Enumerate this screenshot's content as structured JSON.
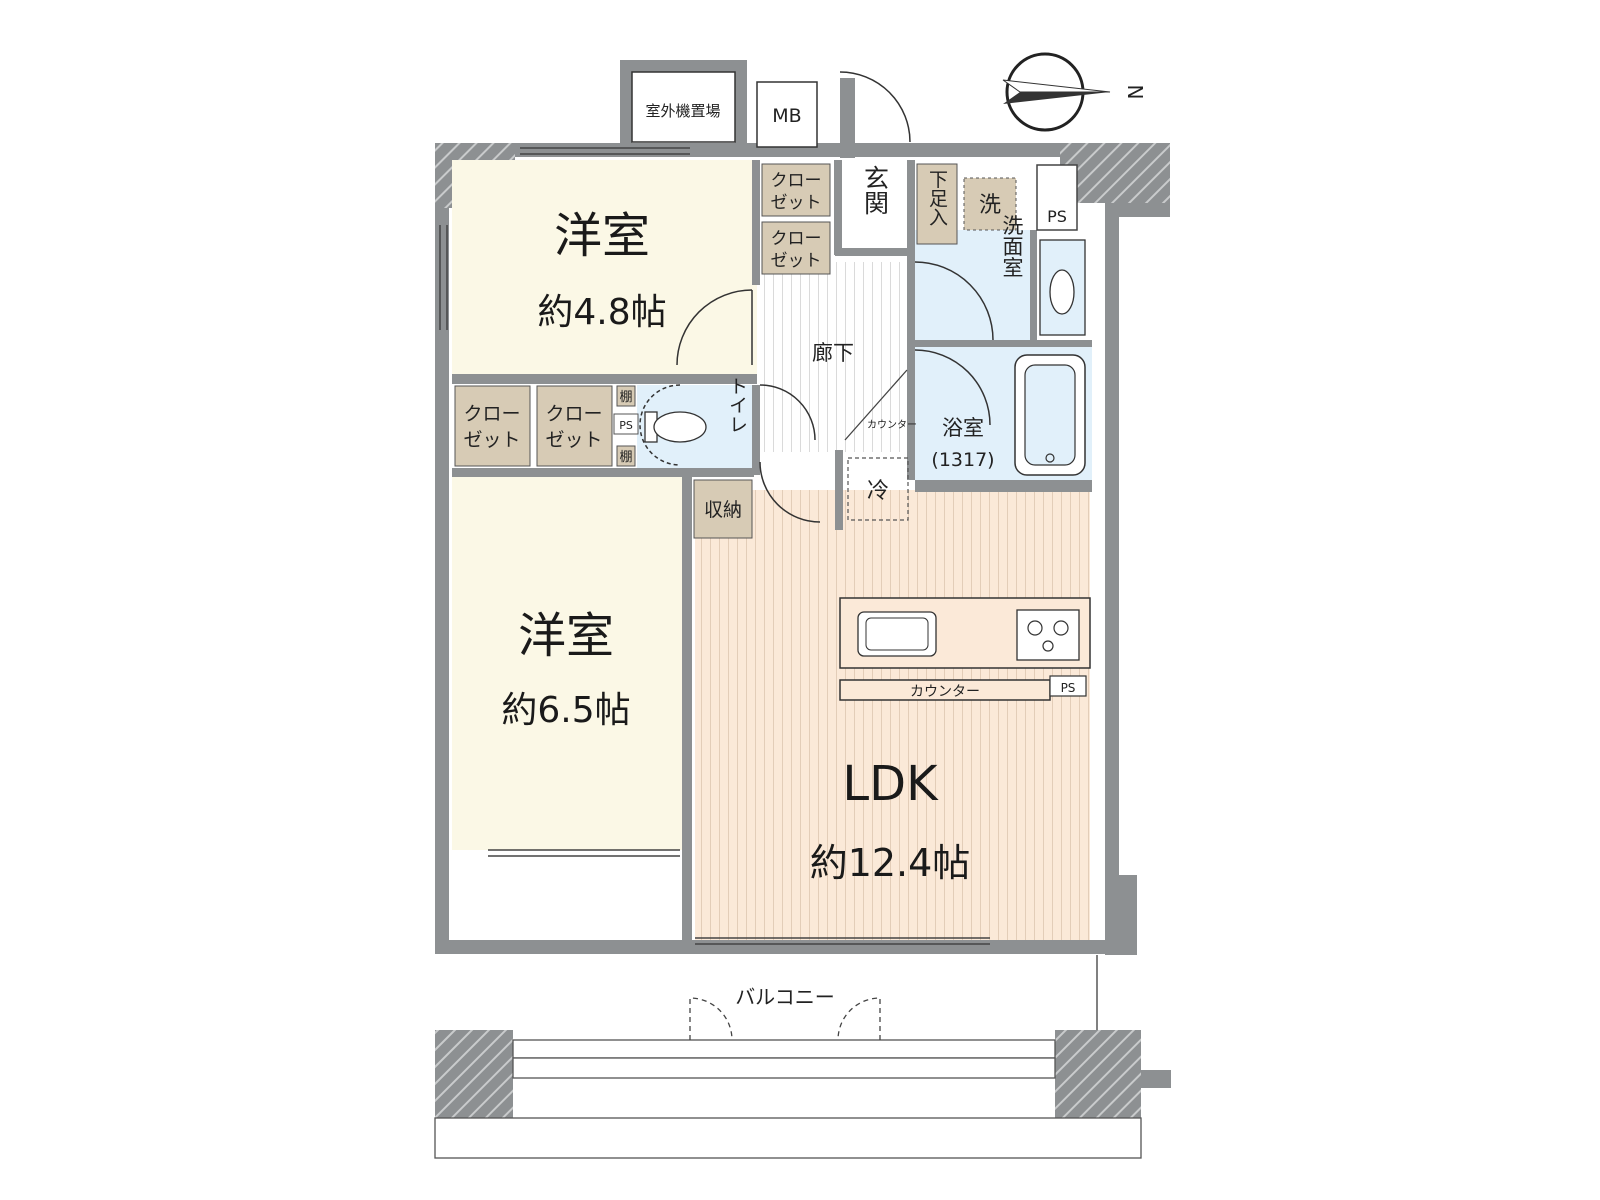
{
  "floor_plan": {
    "rooms": {
      "western_room_north": {
        "name": "洋室",
        "size": "約4.8帖"
      },
      "western_room_south": {
        "name": "洋室",
        "size": "約6.5帖"
      },
      "ldk": {
        "name": "LDK",
        "size": "約12.4帖"
      }
    },
    "labels": {
      "outdoor_unit_area": "室外機置場",
      "meter_box": "MB",
      "entrance": "玄関",
      "shoe_closet": "下足入",
      "washer": "洗",
      "pipe_space": "PS",
      "washroom": "洗面室",
      "hallway": "廊下",
      "counter_small": "カウンター",
      "bathroom": "浴室",
      "bathroom_size": "(1317)",
      "fridge": "冷",
      "toilet": "トイレ",
      "shelf": "棚",
      "storage": "収納",
      "kitchen_counter": "カウンター",
      "balcony": "バルコニー",
      "closet": "クローゼット",
      "closet_line1": "クロー",
      "closet_line2": "ゼット"
    },
    "compass": {
      "direction": "N",
      "icon": "north-arrow-icon"
    },
    "colors": {
      "wall": "#8d9092",
      "western_room": "#fbf8e6",
      "ldk_floor": "#fbe9d8",
      "wet_area": "#e1f0fa",
      "closet": "#d7cbb5"
    }
  }
}
